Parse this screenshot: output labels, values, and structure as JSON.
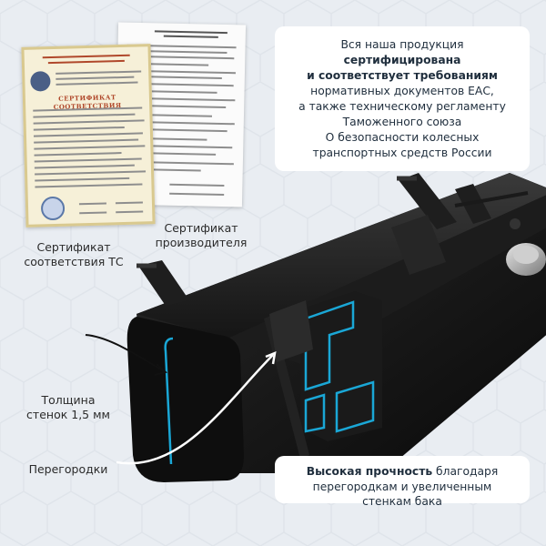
{
  "top_info": {
    "line1": "Вся наша продукция",
    "line2": "сертифицирована",
    "line3": "и соответствует требованиям",
    "line4": "нормативных документов ЕАС,",
    "line5": "а также техническому регламенту",
    "line6": "Таможенного союза",
    "line7": "О безопасности колесных",
    "line8": "транспортных средств России"
  },
  "labels": {
    "cert_tc_1": "Сертификат",
    "cert_tc_2": "соответствия ТС",
    "cert_mfr_1": "Сертификат",
    "cert_mfr_2": "производителя",
    "wall_1": "Толщина",
    "wall_2": "стенок 1,5 мм",
    "partitions": "Перегородки"
  },
  "bottom_info": {
    "strong": "Высокая прочность",
    "rest1": " благодаря",
    "line2": "перегородкам и увеличенным",
    "line3": "стенкам бака"
  },
  "certificate": {
    "heading": "СЕРТИФИКАТ СООТВЕТСТВИЯ"
  },
  "colors": {
    "background": "#e9edf2",
    "accent": "#1aa7d6",
    "text": "#1f2e3d",
    "tank": "#141414"
  }
}
